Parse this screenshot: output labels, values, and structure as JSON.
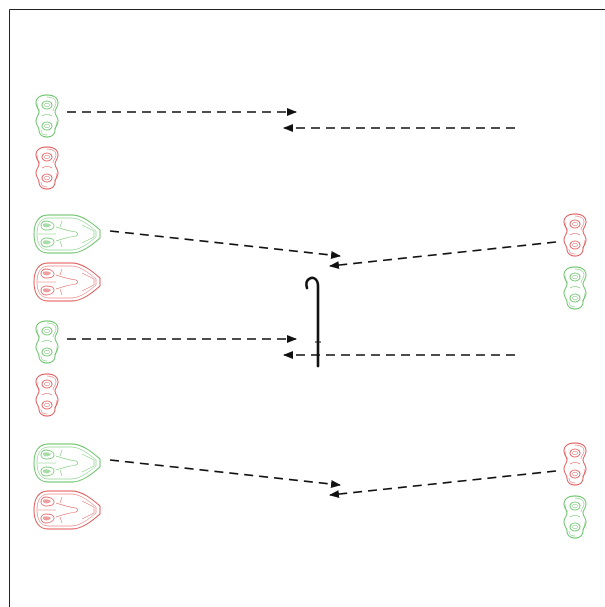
{
  "colors": {
    "green": "#5fbf5f",
    "red": "#e05050",
    "arrow": "#111111",
    "frame": "#222222",
    "cane": "#111111"
  },
  "rows": [
    {
      "left": [
        {
          "type": "half-mask",
          "color": "green"
        },
        {
          "type": "half-mask",
          "color": "red"
        }
      ],
      "right": [
        {
          "type": "full-mask",
          "color": "red"
        },
        {
          "type": "full-mask",
          "color": "green"
        }
      ]
    },
    {
      "left": [
        {
          "type": "full-mask",
          "color": "green"
        },
        {
          "type": "full-mask",
          "color": "red"
        }
      ],
      "right": [
        {
          "type": "half-mask",
          "color": "red"
        },
        {
          "type": "half-mask",
          "color": "green"
        }
      ]
    },
    {
      "left": [
        {
          "type": "half-mask",
          "color": "green"
        },
        {
          "type": "half-mask",
          "color": "red"
        }
      ],
      "right": [
        {
          "type": "full-mask",
          "color": "red"
        },
        {
          "type": "full-mask",
          "color": "green"
        }
      ]
    },
    {
      "left": [
        {
          "type": "full-mask",
          "color": "green"
        },
        {
          "type": "full-mask",
          "color": "red"
        }
      ],
      "right": [
        {
          "type": "half-mask",
          "color": "red"
        },
        {
          "type": "half-mask",
          "color": "green"
        }
      ]
    }
  ],
  "center_object": "walking-cane-icon"
}
